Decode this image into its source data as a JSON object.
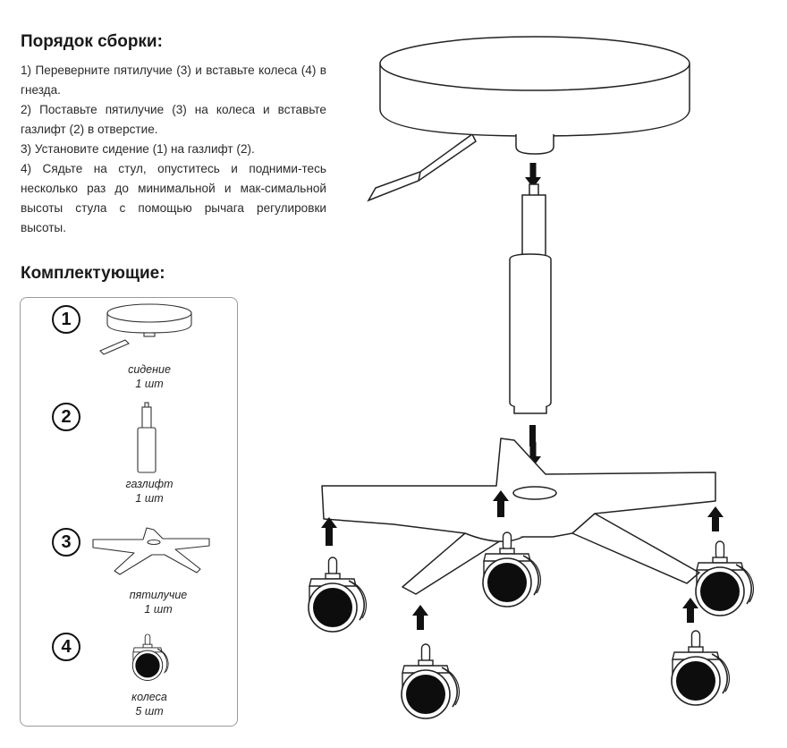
{
  "assembly": {
    "title": "Порядок сборки:",
    "steps": [
      "1) Переверните пятилучие (3) и вставьте колеса (4) в гнезда.",
      "2) Поставьте пятилучие (3) на колеса и вставьте газлифт (2) в отверстие.",
      "3) Установите сидение (1) на газлифт (2).",
      "4) Сядьте на стул, опуститесь и подними-тесь несколько раз до минимальной и мак-симальной высоты стула с помощью рычага регулировки высоты."
    ]
  },
  "parts": {
    "title": "Комплектующие:",
    "items": [
      {
        "number": "1",
        "name": "сидение",
        "qty": "1 шт"
      },
      {
        "number": "2",
        "name": "газлифт",
        "qty": "1 шт"
      },
      {
        "number": "3",
        "name": "пятилучие",
        "qty": "1 шт"
      },
      {
        "number": "4",
        "name": "колеса",
        "qty": "5 шт"
      }
    ]
  }
}
